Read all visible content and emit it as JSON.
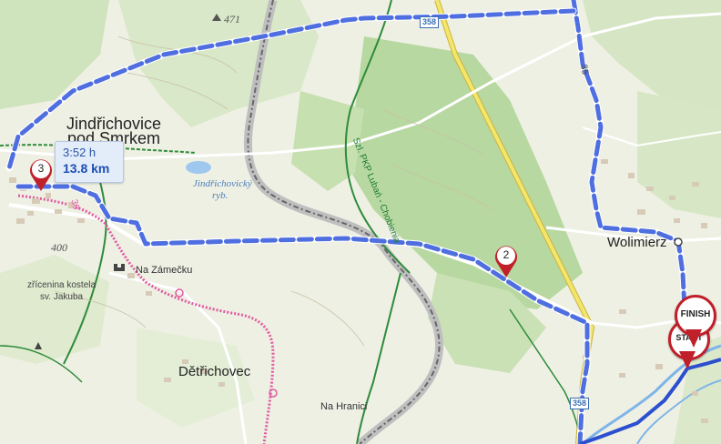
{
  "labels": {
    "town_main_line1": "Jindřichovice",
    "town_main_line2": "pod Smrkem",
    "pond": "Jindřichovický",
    "pond2": "ryb.",
    "chateau": "Na Zámečku",
    "ruin_line1": "zřícenina kostela",
    "ruin_line2": "sv. Jakuba",
    "village_dt": "Dětřichovec",
    "hranici": "Na Hranici",
    "wolimierz": "Wolimierz",
    "trail": "Lubań - Chobienia",
    "trail_prefix": "Szl. PKP",
    "elev_471": "471",
    "elev_400": "400"
  },
  "road_numbers": {
    "top": "358",
    "bottom": "358",
    "left_vertical": "30",
    "right": "35"
  },
  "route_info": {
    "time": "3:52 h",
    "distance": "13.8 km"
  },
  "waypoints": {
    "p2": "2",
    "p3": "3",
    "finish": "FINISH",
    "start": "START"
  },
  "colors": {
    "route": "#4f6fe0",
    "pin": "#c0202a",
    "forest": "#bfdcaa",
    "road_yellow": "#f2e36a",
    "trail_green": "#2e8b3a",
    "pink_trail": "#e05aa0",
    "river": "#4a8fd6"
  }
}
